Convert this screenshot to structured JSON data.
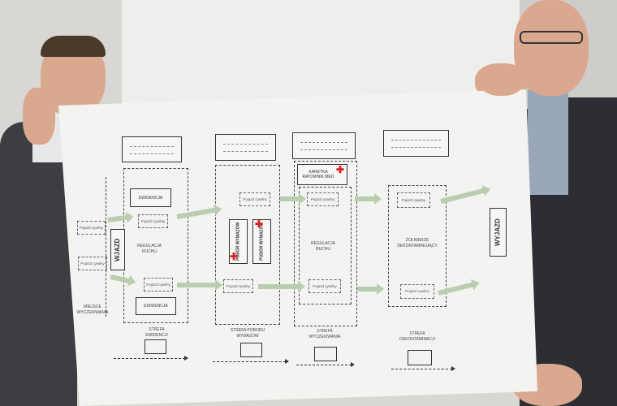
{
  "diagram": {
    "entry": "WJAZD",
    "exit": "WYJAZD",
    "vehicle": "Pojazd cywilny",
    "records": "EWIDENCJA",
    "swab": "POBÓR WYMAZÓW",
    "ambulance": "KARETKA RATOWNIK MED",
    "traffic_control": "REGULACJA RUCHU",
    "soldiers": "ŻOŁNIERZE DEKONTAMINUJĄCY",
    "waiting_place": "MIEJSCE WYCZEKIWANIA",
    "zones": [
      "STREFA EWIDENCJI",
      "STREFA POBORU WYMAZÓW",
      "STREFA WYCZEKIWANIA",
      "STREFA DEKONTAMINACJI"
    ]
  },
  "colors": {
    "arrow": "#b9cdb0",
    "cross": "#e02020",
    "suit": "#3c3e42"
  }
}
